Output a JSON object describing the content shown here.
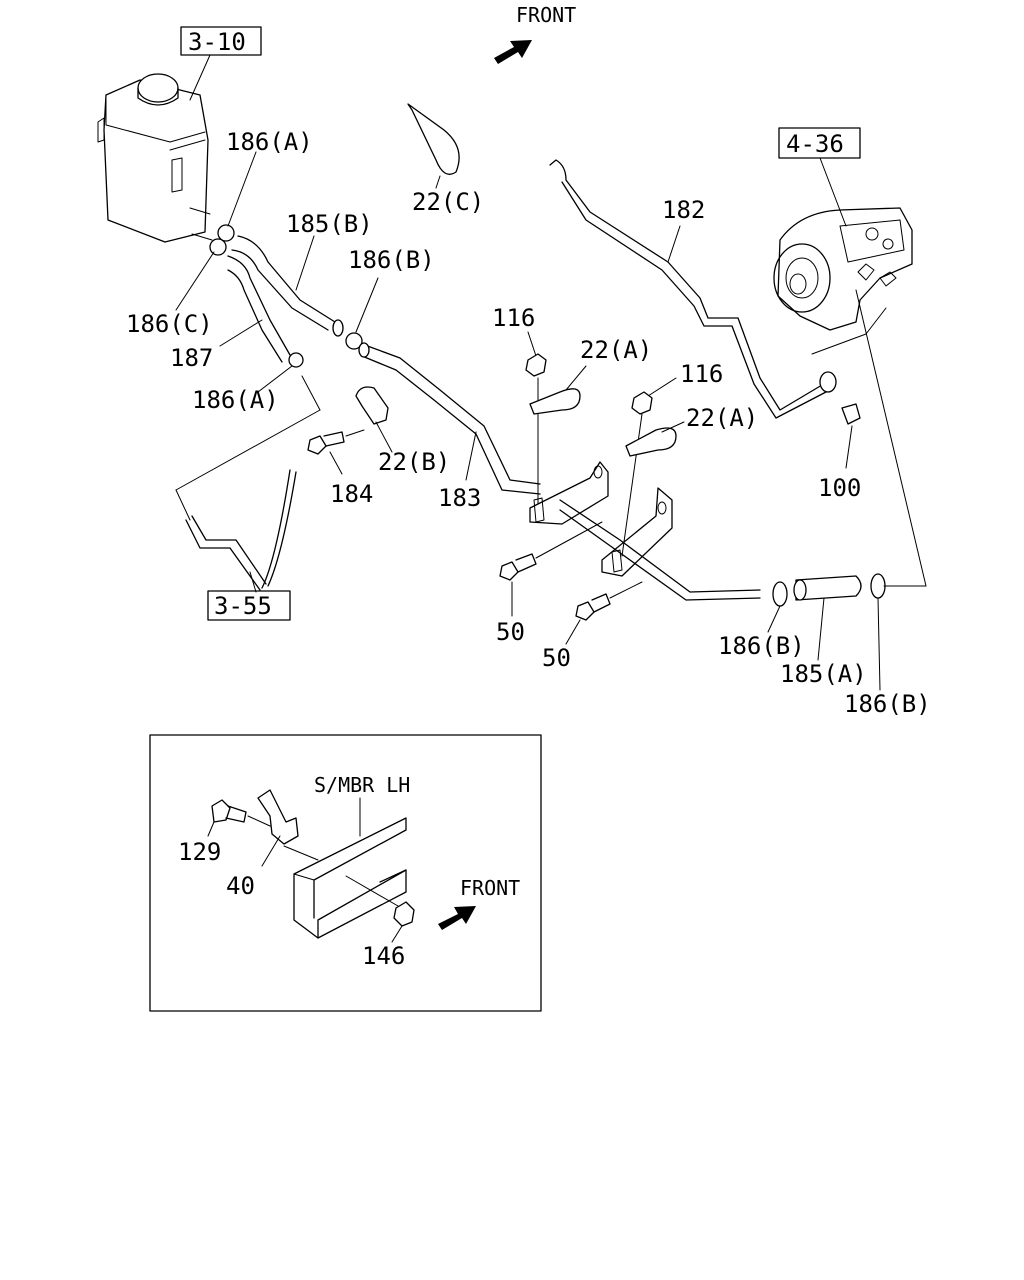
{
  "front_top": "FRONT",
  "front_inset": "FRONT",
  "inset_title": "S/MBR LH",
  "refs": {
    "r310": "3-10",
    "r436": "4-36",
    "r355": "3-55"
  },
  "labels": {
    "p186a_top": "186(A)",
    "p185b": "185(B)",
    "p186b_top": "186(B)",
    "p186c": "186(C)",
    "p187": "187",
    "p186a_bottom": "186(A)",
    "p22c": "22(C)",
    "p182": "182",
    "p116_left": "116",
    "p22a_left": "22(A)",
    "p116_right": "116",
    "p22a_right": "22(A)",
    "p22b": "22(B)",
    "p184": "184",
    "p183": "183",
    "p100": "100",
    "p50_a": "50",
    "p50_b": "50",
    "p186b_mid": "186(B)",
    "p185a": "185(A)",
    "p186b_right": "186(B)",
    "p129": "129",
    "p40": "40",
    "p146": "146"
  }
}
